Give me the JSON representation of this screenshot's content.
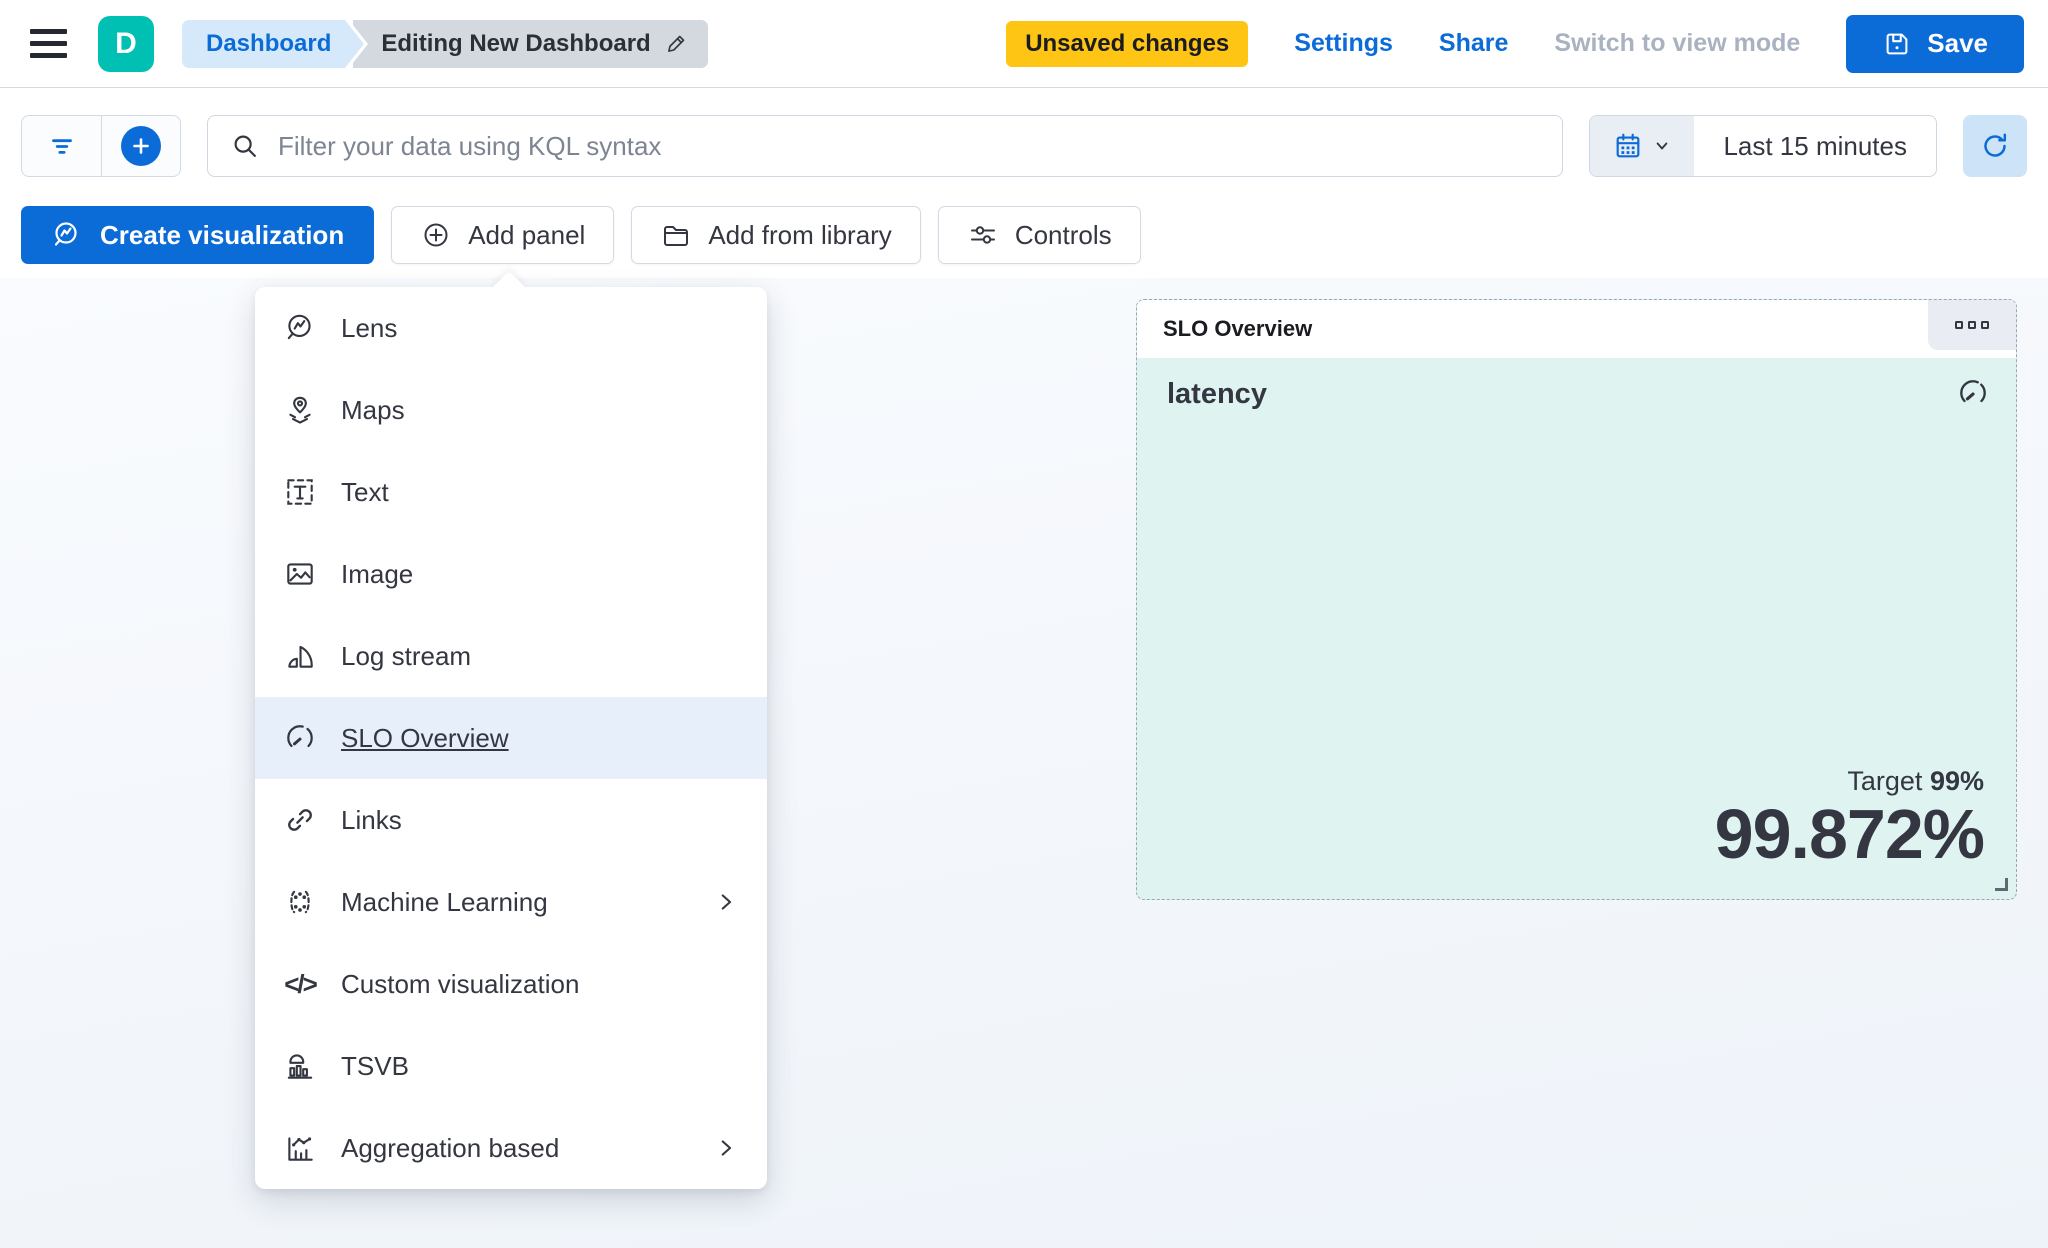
{
  "colors": {
    "accent_blue": "#0b6cd8",
    "brand_teal": "#00bfb3",
    "warning_yellow": "#fec514",
    "panel_mint": "#dff3f1",
    "text_dark": "#343741",
    "border_gray": "#d3dae6",
    "disabled_gray": "#a9b2c0"
  },
  "topbar": {
    "logo_letter": "D",
    "breadcrumbs": [
      {
        "label": "Dashboard"
      },
      {
        "label": "Editing New Dashboard",
        "icon": "pencil-icon"
      }
    ],
    "unsaved_badge": "Unsaved changes",
    "settings_label": "Settings",
    "share_label": "Share",
    "view_mode_label": "Switch to view mode",
    "save_label": "Save"
  },
  "querybar": {
    "search_placeholder": "Filter your data using KQL syntax",
    "time_range": "Last 15 minutes"
  },
  "toolbar": {
    "create_visualization_label": "Create visualization",
    "add_panel_label": "Add panel",
    "add_from_library_label": "Add from library",
    "controls_label": "Controls"
  },
  "menu": {
    "items": [
      {
        "icon": "lens-icon",
        "label": "Lens",
        "highlighted": false,
        "submenu": false
      },
      {
        "icon": "maps-icon",
        "label": "Maps",
        "highlighted": false,
        "submenu": false
      },
      {
        "icon": "text-icon",
        "label": "Text",
        "highlighted": false,
        "submenu": false
      },
      {
        "icon": "image-icon",
        "label": "Image",
        "highlighted": false,
        "submenu": false
      },
      {
        "icon": "log-stream-icon",
        "label": "Log stream",
        "highlighted": false,
        "submenu": false
      },
      {
        "icon": "slo-overview-icon",
        "label": "SLO Overview",
        "highlighted": true,
        "submenu": false
      },
      {
        "icon": "links-icon",
        "label": "Links",
        "highlighted": false,
        "submenu": false
      },
      {
        "icon": "machine-learning-icon",
        "label": "Machine Learning",
        "highlighted": false,
        "submenu": true
      },
      {
        "icon": "custom-visualization-icon",
        "label": "Custom visualization",
        "highlighted": false,
        "submenu": false
      },
      {
        "icon": "tsvb-icon",
        "label": "TSVB",
        "highlighted": false,
        "submenu": false
      },
      {
        "icon": "aggregation-based-icon",
        "label": "Aggregation based",
        "highlighted": false,
        "submenu": true
      }
    ]
  },
  "panel": {
    "header_title": "SLO Overview",
    "metric_title": "latency",
    "target_label": "Target",
    "target_value": "99%",
    "value": "99.872%"
  }
}
